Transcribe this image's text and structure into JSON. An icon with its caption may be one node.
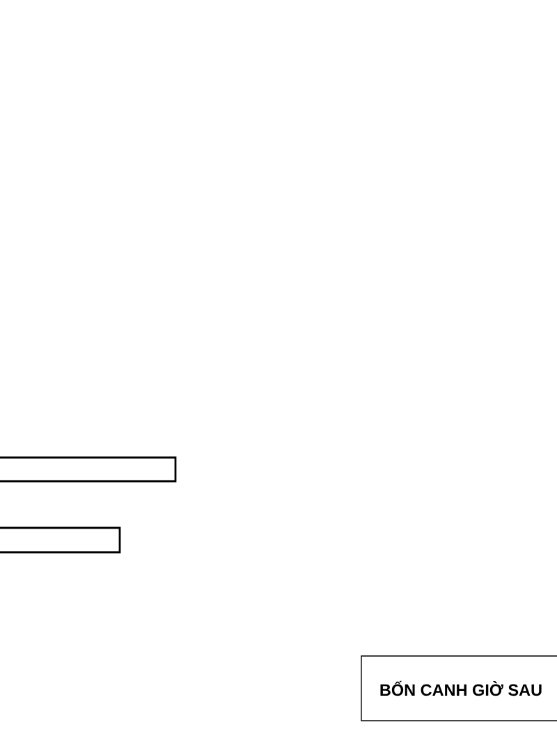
{
  "diagram": {
    "nodes": [
      {
        "text": [],
        "shape": "bar"
      },
      {
        "text": [],
        "shape": "bar"
      },
      {
        "text": [
          "BỐN CANH GIỜ SAU"
        ]
      }
    ]
  }
}
